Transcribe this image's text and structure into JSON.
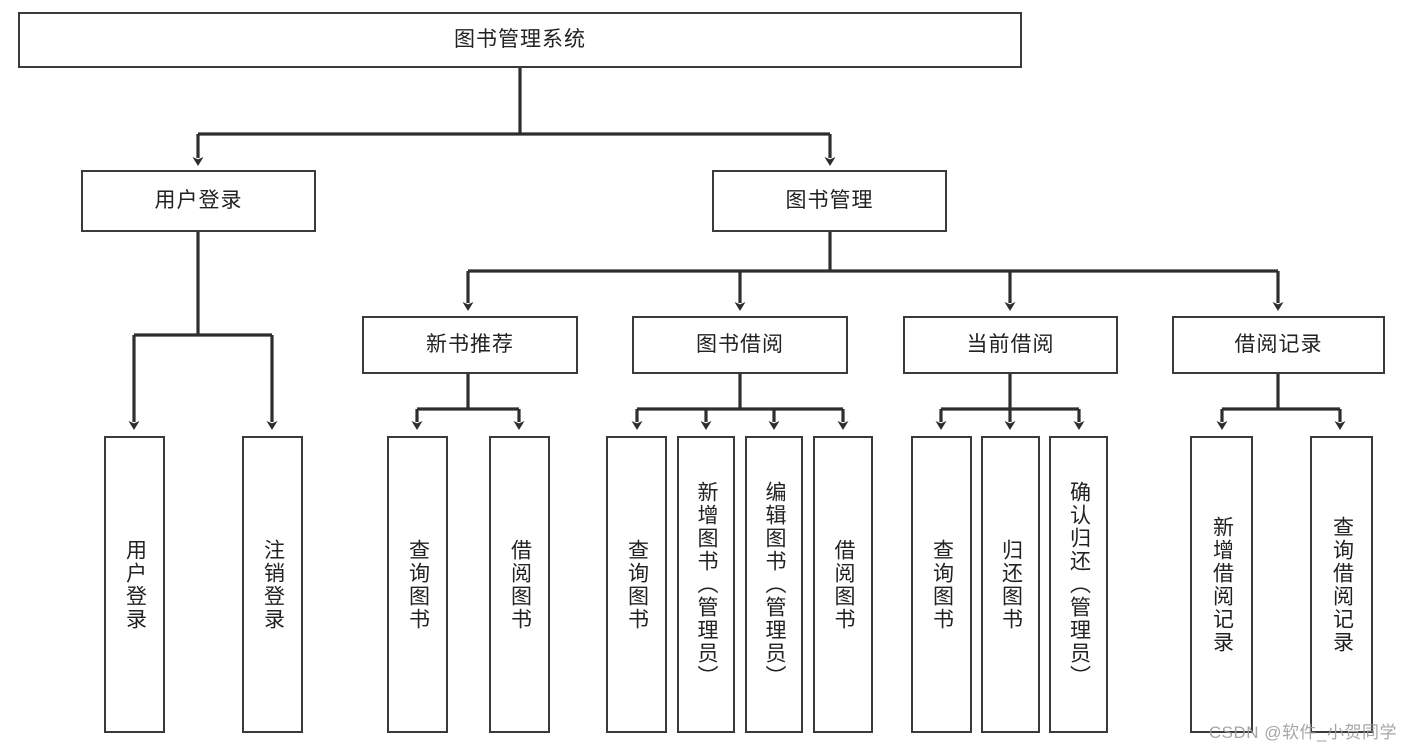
{
  "diagram": {
    "title": "图书管理系统",
    "type": "tree-hierarchy",
    "watermark": "CSDN @软件_小贺同学",
    "colors": {
      "box_border": "#3a3a3a",
      "box_fill": "#ffffff",
      "edge": "#2e2e2e",
      "text": "#222222",
      "watermark": "#9a9a9a"
    }
  },
  "nodes": {
    "root": {
      "label": "图书管理系统"
    },
    "level2": [
      {
        "id": "user-login",
        "label": "用户登录"
      },
      {
        "id": "book-manage",
        "label": "图书管理"
      }
    ],
    "level3": [
      {
        "id": "new-book-recommend",
        "label": "新书推荐"
      },
      {
        "id": "book-borrow",
        "label": "图书借阅"
      },
      {
        "id": "current-borrow",
        "label": "当前借阅"
      },
      {
        "id": "borrow-record",
        "label": "借阅记录"
      }
    ],
    "leaves": {
      "user_login": [
        {
          "id": "leaf-user-login",
          "label": "用户登录"
        },
        {
          "id": "leaf-logout-login",
          "label": "注销登录"
        }
      ],
      "new_book_recommend": [
        {
          "id": "leaf-query-book-1",
          "label": "查询图书"
        },
        {
          "id": "leaf-borrow-book-1",
          "label": "借阅图书"
        }
      ],
      "book_borrow": [
        {
          "id": "leaf-query-book-2",
          "label": "查询图书"
        },
        {
          "id": "leaf-add-book",
          "label": "新增图书（管理员）"
        },
        {
          "id": "leaf-edit-book",
          "label": "编辑图书（管理员）"
        },
        {
          "id": "leaf-borrow-book-2",
          "label": "借阅图书"
        }
      ],
      "current_borrow": [
        {
          "id": "leaf-query-book-3",
          "label": "查询图书"
        },
        {
          "id": "leaf-return-book",
          "label": "归还图书"
        },
        {
          "id": "leaf-confirm-return",
          "label": "确认归还（管理员）"
        }
      ],
      "borrow_record": [
        {
          "id": "leaf-add-borrow-record",
          "label": "新增借阅记录"
        },
        {
          "id": "leaf-query-borrow-record",
          "label": "查询借阅记录"
        }
      ]
    }
  }
}
